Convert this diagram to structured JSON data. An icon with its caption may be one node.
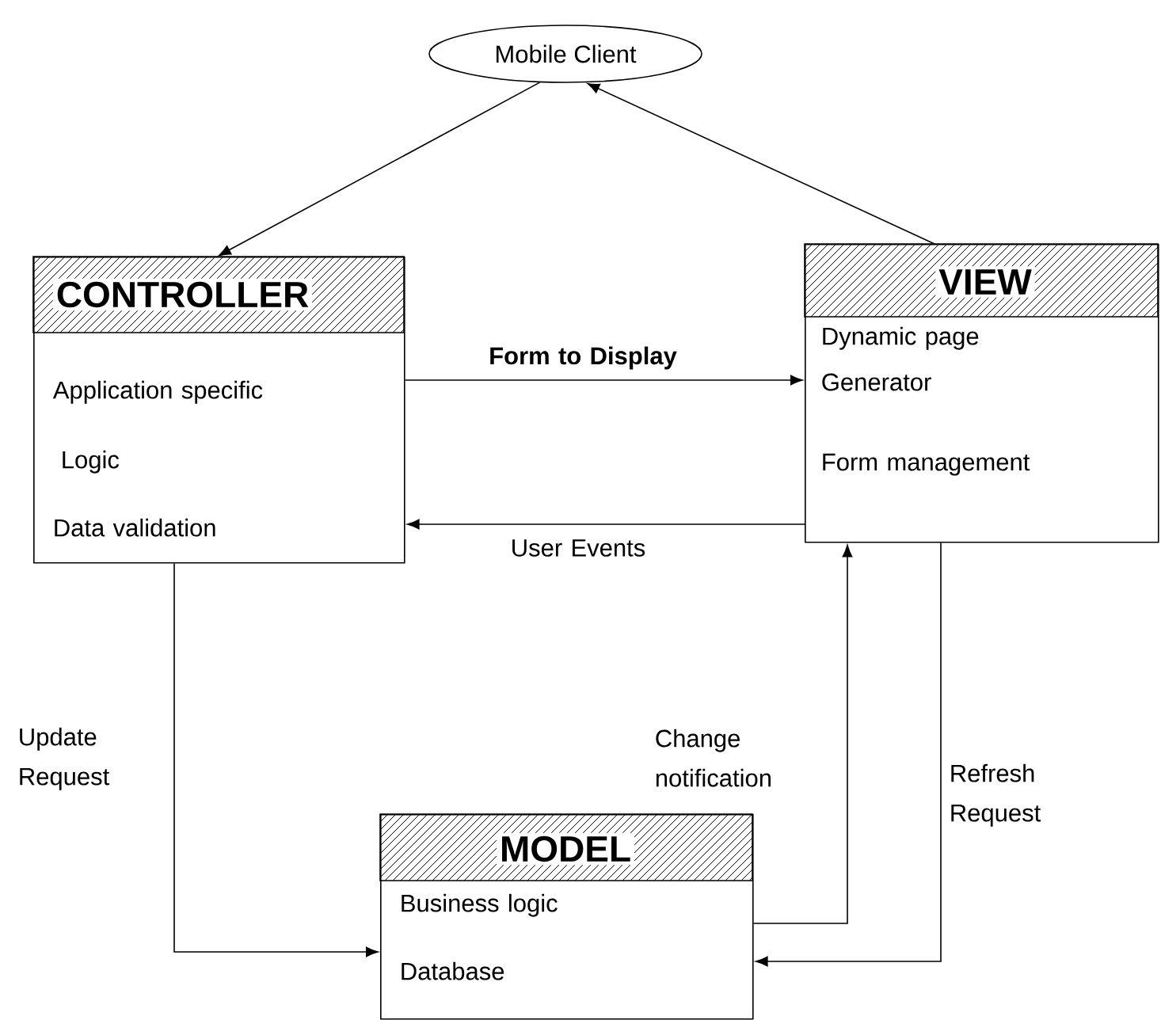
{
  "diagram": {
    "nodes": [
      {
        "text": [
          "Mobile Client"
        ]
      },
      {
        "text": [
          "CONTROLLER",
          "Application specific",
          "Logic",
          "Data validation"
        ]
      },
      {
        "text": [
          "VIEW",
          "Dynamic page Generator",
          "Form management"
        ]
      },
      {
        "text": [
          "MODEL",
          "Business logic",
          "Database"
        ]
      }
    ],
    "edges": [
      {
        "from": 0,
        "to": 1,
        "arrow": "to"
      },
      {
        "from": 2,
        "to": 0,
        "arrow": "to"
      },
      {
        "from": 1,
        "to": 2,
        "arrow": "to",
        "label": "Form to Display"
      },
      {
        "from": 2,
        "to": 1,
        "arrow": "to",
        "label": "User Events"
      },
      {
        "from": 1,
        "to": 3,
        "arrow": "to",
        "label": "Update Request"
      },
      {
        "from": 3,
        "to": 2,
        "arrow": "to",
        "label": "Change notification"
      },
      {
        "from": 2,
        "to": 3,
        "arrow": "to",
        "label": "Refresh Request"
      }
    ]
  }
}
